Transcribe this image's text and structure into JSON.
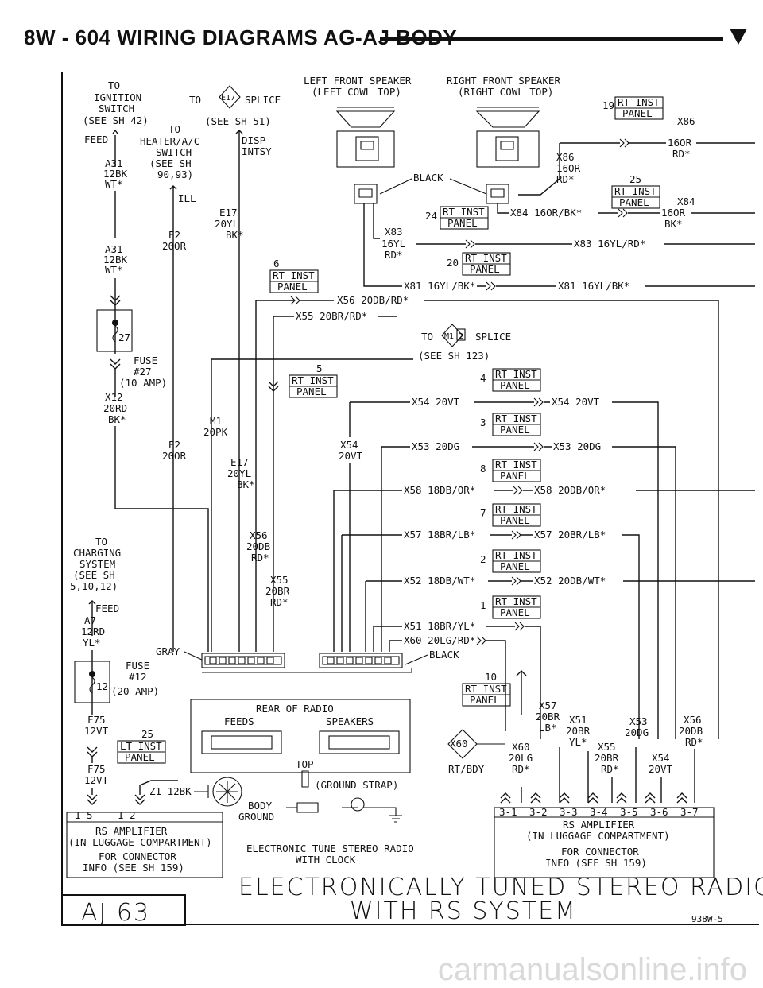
{
  "header": {
    "title": "8W - 604   WIRING DIAGRAMS AG-AJ BODY"
  },
  "labels": {
    "ign_1": "TO",
    "ign_2": "IGNITION",
    "ign_3": "SWITCH",
    "ign_4": "(SEE SH 42)",
    "feed": "FEED",
    "a31a": "A31",
    "a31b": "12BK",
    "a31c": "WT*",
    "a31d": "A31",
    "a31e": "12BK",
    "a31f": "WT*",
    "to_e17": "TO",
    "e17": "E17",
    "splice": "SPLICE",
    "see_sh51": "(SEE SH 51)",
    "to_hvac": "TO",
    "hvac1": "HEATER/A/C",
    "hvac2": "SWITCH",
    "hvac3": "(SEE SH",
    "hvac4": "90,93)",
    "ill": "ILL",
    "disp": "DISP",
    "intsy": "INTSY",
    "e2a": "E2",
    "e2b": "20OR",
    "e17a": "E17",
    "e17b": "20YL",
    "e17c": "BK*",
    "p6": "6",
    "rt_inst": "RT INST",
    "panel": "PANEL",
    "lfs1": "LEFT FRONT SPEAKER",
    "lfs2": "(LEFT COWL TOP)",
    "rfs1": "RIGHT FRONT SPEAKER",
    "rfs2": "(RIGHT COWL TOP)",
    "black": "BLACK",
    "p19": "19",
    "x86a": "X86",
    "x86b": "16OR",
    "x86c": "RD*",
    "x86d": "X86",
    "x86e": "16OR",
    "x86f": "RD*",
    "p25": "25",
    "x84": "X84",
    "x84b": "16OR",
    "x84c": "BK*",
    "p24": "24",
    "x84w": "X84 16OR/BK*",
    "x83a": "X83",
    "x83b": "16YL",
    "x83c": "RD*",
    "x83r": "X83 16YL/RD*",
    "p20": "20",
    "x81l": "X81 16YL/BK*",
    "x81r": "X81 16YL/BK*",
    "x56w": "X56 20DB/RD*",
    "x55w": "X55 20BR/RD*",
    "to_m1": "TO",
    "m1": "M1",
    "m1n": "2",
    "splice2": "SPLICE",
    "see_sh123": "(SEE SH 123)",
    "fuse27a": "FUSE",
    "fuse27b": "#27",
    "fuse27c": "(10 AMP)",
    "f27n": "27",
    "x12a": "X12",
    "x12b": "20RD",
    "x12c": "BK*",
    "p5": "5",
    "p4": "4",
    "x54l": "X54 20VT",
    "x54r": "X54 20VT",
    "m1a": "M1",
    "m1b": "20PK",
    "p3": "3",
    "e2c": "E2",
    "e2d": "20OR",
    "x54a": "X54",
    "x54b": "20VT",
    "x53l": "X53 20DG",
    "x53r": "X53 20DG",
    "e17d": "E17",
    "e17e": "20YL",
    "e17f": "BK*",
    "p8": "8",
    "x58l": "X58 18DB/OR*",
    "x58r": "X58 20DB/OR*",
    "p7": "7",
    "to_chg": "TO",
    "chg1": "CHARGING",
    "chg2": "SYSTEM",
    "chg3": "(SEE SH",
    "chg4": "5,10,12)",
    "x56a": "X56",
    "x56b": "20DB",
    "x56c": "RD*",
    "x57l": "X57 18BR/LB*",
    "x57r": "X57 20BR/LB*",
    "p2": "2",
    "x55a": "X55",
    "x55b": "20BR",
    "x55c": "RD*",
    "x52l": "X52 18DB/WT*",
    "x52r": "X52 20DB/WT*",
    "feed2": "FEED",
    "p1": "1",
    "a7a": "A7",
    "a7b": "12RD",
    "a7c": "YL*",
    "x51": "X51 18BR/YL*",
    "x60": "X60 20LG/RD*",
    "gray": "GRAY",
    "black2": "BLACK",
    "fuse12a": "FUSE",
    "fuse12b": "#12",
    "fuse12c": "(20 AMP)",
    "f12n": "12",
    "p10": "10",
    "f75a": "F75",
    "f75b": "12VT",
    "p25b": "25",
    "lt_inst": "LT INST",
    "f75c": "F75",
    "f75d": "12VT",
    "rear": "REAR OF RADIO",
    "feeds": "FEEDS",
    "speakers": "SPEAKERS",
    "top": "TOP",
    "gnd_strap": "(GROUND STRAP)",
    "z1": "Z1 12BK",
    "body": "BODY",
    "ground": "GROUND",
    "x57a": "X57",
    "x57b": "20BR",
    "x57c": "LB*",
    "x51a": "X51",
    "x51b": "20BR",
    "x51c": "YL*",
    "x53a": "X53",
    "x53b": "20DG",
    "x56d": "X56",
    "x56e": "20DB",
    "x56f": "RD*",
    "x60s": "X60",
    "x60a": "X60",
    "x60b": "20LG",
    "x60c": "RD*",
    "x55d": "X55",
    "x55e": "20BR",
    "x55f": "RD*",
    "x54c": "X54",
    "x54d": "20VT",
    "rtbdy": "RT/BDY",
    "p15": "1-5",
    "p12": "1-2",
    "rsamp1": "RS AMPLIFIER",
    "rsamp2": "(IN LUGGAGE COMPARTMENT)",
    "rsamp3": "FOR CONNECTOR",
    "rsamp4": "INFO (SEE SH 159)",
    "radio1": "ELECTRONIC TUNE STEREO RADIO",
    "radio2": "WITH CLOCK",
    "pins": [
      "3-1",
      "3-2",
      "3-3",
      "3-4",
      "3-5",
      "3-6",
      "3-7"
    ],
    "rsamp5": "RS AMPLIFIER",
    "rsamp6": "(IN LUGGAGE COMPARTMENT)",
    "rsamp7": "FOR CONNECTOR",
    "rsamp8": "INFO (SEE SH 159)",
    "big1": "ELECTRONICALLY TUNED STEREO RADIO",
    "big2": "WITH RS SYSTEM",
    "aj": "AJ 63",
    "code": "938W-5"
  },
  "footer": {
    "watermark": "carmanualsonline.info"
  }
}
